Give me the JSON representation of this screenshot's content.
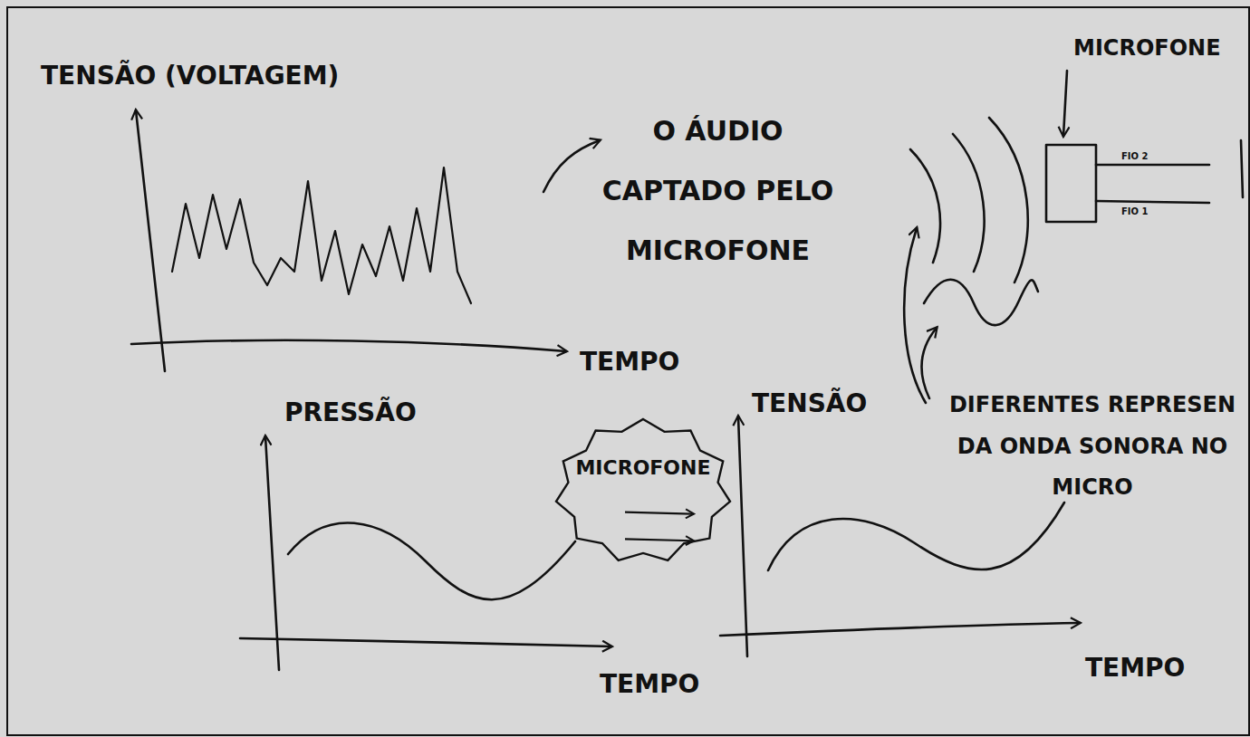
{
  "diagram": {
    "nodes": [
      {
        "text": [
          "MICROFONE"
        ]
      }
    ],
    "labels": [
      "TENSÃO (VOLTAGEM)",
      "TEMPO",
      "O ÁUDIO CAPTADO PELO MICROFONE",
      "MICROFONE",
      "FIO 2",
      "FIO 1",
      "DIFERENTES REPRESEN DA ONDA SONORA NO MICRO",
      "PRESSÃO",
      "TEMPO",
      "TENSÃO",
      "TEMPO"
    ]
  }
}
